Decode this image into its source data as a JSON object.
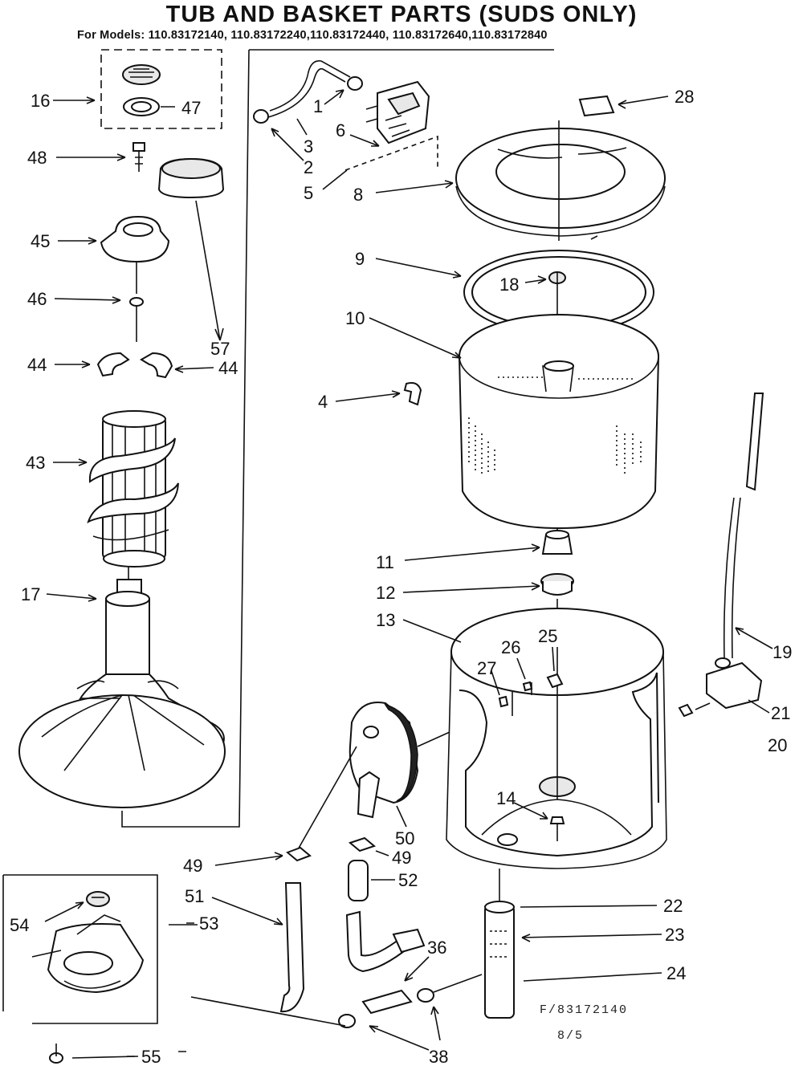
{
  "header": {
    "title": "TUB AND BASKET PARTS (SUDS ONLY)",
    "models": "For Models: 110.83172140, 110.83172240,110.83172440, 110.83172640,110.83172840"
  },
  "callouts": [
    "16",
    "47",
    "48",
    "45",
    "46",
    "44",
    "44",
    "43",
    "17",
    "57",
    "1",
    "3",
    "2",
    "6",
    "5",
    "28",
    "8",
    "9",
    "18",
    "10",
    "4",
    "11",
    "12",
    "13",
    "25",
    "26",
    "27",
    "19",
    "21",
    "20",
    "14",
    "50",
    "49",
    "49",
    "52",
    "51",
    "54",
    "53",
    "55",
    "36",
    "38",
    "22",
    "23",
    "24"
  ],
  "footer": {
    "reference": "F/83172140",
    "page": "8/5"
  }
}
